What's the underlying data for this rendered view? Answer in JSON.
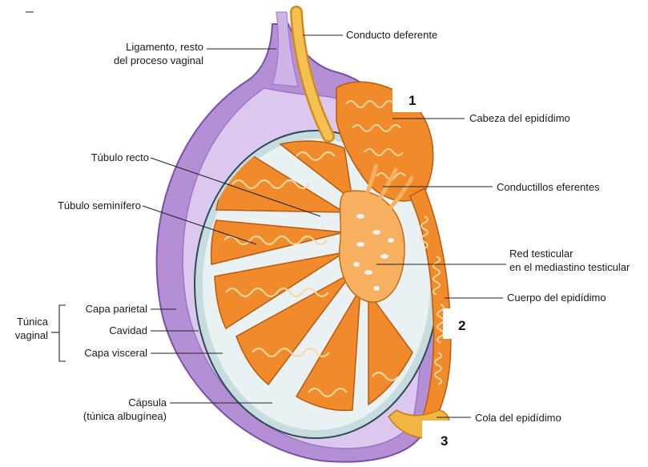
{
  "labels": {
    "ligamento_line1": "Ligamento, resto",
    "ligamento_line2": "del proceso vaginal",
    "conducto_deferente": "Conducto deferente",
    "cabeza_epididimo": "Cabeza del epidídimo",
    "tubulo_recto": "Túbulo recto",
    "conductillos_eferentes": "Conductillos eferentes",
    "tubulo_seminifero": "Túbulo seminífero",
    "red_line1": "Red testicular",
    "red_line2": "en el mediastino testicular",
    "cuerpo_epididimo": "Cuerpo del epidídimo",
    "capa_parietal": "Capa parietal",
    "cavidad": "Cavidad",
    "capa_visceral": "Capa visceral",
    "tunica_line1": "Túnica",
    "tunica_line2": "vaginal",
    "capsula_line1": "Cápsula",
    "capsula_line2": "(túnica albugínea)",
    "cola_epididimo": "Cola del epidídimo"
  },
  "markers": {
    "one": "1",
    "two": "2",
    "three": "3"
  },
  "colors": {
    "tunica": "#a070c8",
    "cavity": "#d8c0ec",
    "albuginea": "#c8dde0",
    "tubule": "#f08a2a",
    "tubule_light": "#fbd7a0",
    "ductus": "#f2b640"
  }
}
